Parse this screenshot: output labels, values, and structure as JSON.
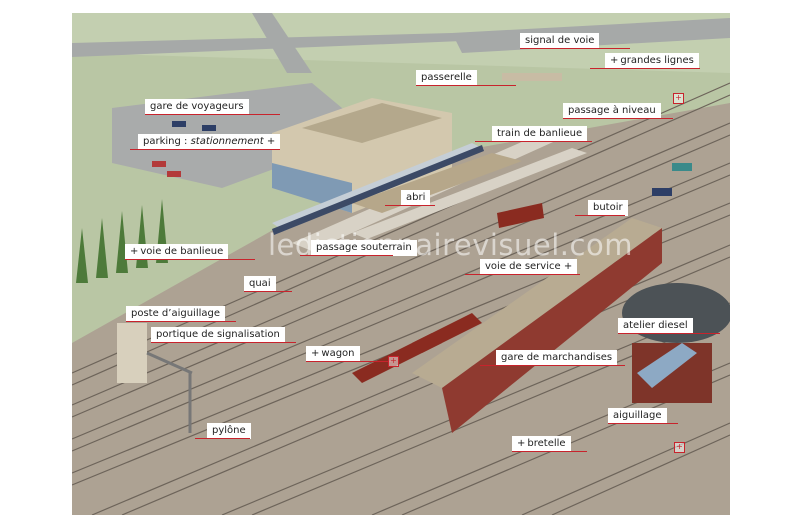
{
  "labels": {
    "signal_de_voie": "signal de voie",
    "grandes_lignes": "grandes lignes",
    "passerelle": "passerelle",
    "passage_a_niveau": "passage à niveau",
    "gare_de_voyageurs": "gare de voyageurs",
    "parking": "parking :",
    "stationnement": "stationnement",
    "train_de_banlieue": "train de banlieue",
    "abri": "abri",
    "butoir": "butoir",
    "voie_de_banlieue": "voie de banlieue",
    "passage_souterrain": "passage souterrain",
    "voie_de_service": "voie de service",
    "quai": "quai",
    "poste_d_aiguillage": "poste d’aiguillage",
    "portique_de_signalisation": "portique de signalisation",
    "wagon": "wagon",
    "gare_de_marchandises": "gare de marchandises",
    "atelier_diesel": "atelier diesel",
    "pylone": "pylône",
    "aiguillage": "aiguillage",
    "bretelle": "bretelle"
  },
  "plus_sign": "+",
  "plus_prefix": "+ ",
  "watermark": "ledictionnairevisuel.com",
  "colors": {
    "leader": "#c8232c",
    "grass": "#b7c8a0",
    "road": "#9a9e9f",
    "ballast": "#a49a8a",
    "rail": "#6f655a",
    "roof": "#b9a98e",
    "freight_car": "#8a2b20"
  }
}
